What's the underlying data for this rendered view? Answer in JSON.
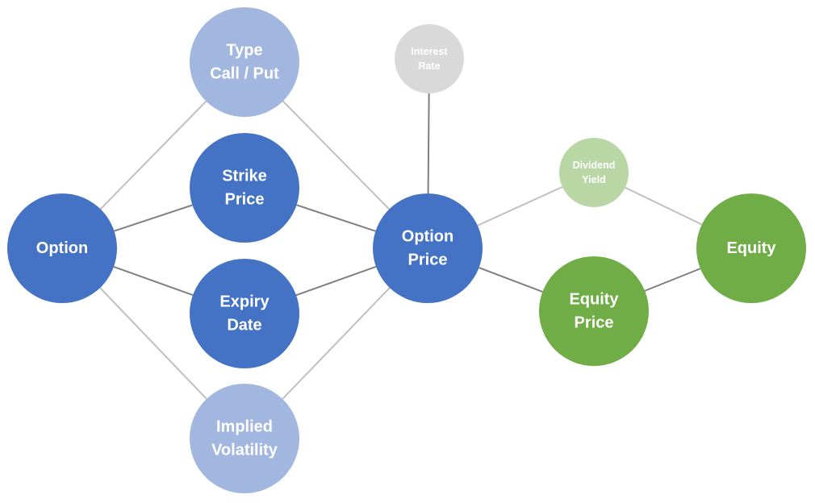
{
  "colors": {
    "primary_blue": "#4472C4",
    "light_blue": "#A2B7E0",
    "green": "#70AD47",
    "light_green": "#B8D7A4",
    "gray": "#D9D9D9",
    "edge_dark": "#7F7F7F",
    "edge_light": "#C0C0C0",
    "label": "#FFFFFF"
  },
  "nodes": {
    "option": {
      "lines": [
        "Option"
      ],
      "color": "primary_blue"
    },
    "type": {
      "lines": [
        "Type",
        "Call / Put"
      ],
      "color": "light_blue"
    },
    "strike_price": {
      "lines": [
        "Strike",
        "Price"
      ],
      "color": "primary_blue"
    },
    "expiry_date": {
      "lines": [
        "Expiry",
        "Date"
      ],
      "color": "primary_blue"
    },
    "implied_volatility": {
      "lines": [
        "Implied",
        "Volatility"
      ],
      "color": "light_blue"
    },
    "interest_rate": {
      "lines": [
        "Interest",
        "Rate"
      ],
      "color": "gray"
    },
    "option_price": {
      "lines": [
        "Option",
        "Price"
      ],
      "color": "primary_blue"
    },
    "dividend_yield": {
      "lines": [
        "Dividend",
        "Yield"
      ],
      "color": "light_green"
    },
    "equity_price": {
      "lines": [
        "Equity",
        "Price"
      ],
      "color": "green"
    },
    "equity": {
      "lines": [
        "Equity"
      ],
      "color": "green"
    }
  },
  "edges": [
    {
      "from": "option",
      "to": "type",
      "style": "light"
    },
    {
      "from": "option",
      "to": "strike_price",
      "style": "dark"
    },
    {
      "from": "option",
      "to": "expiry_date",
      "style": "dark"
    },
    {
      "from": "option",
      "to": "implied_volatility",
      "style": "light"
    },
    {
      "from": "type",
      "to": "option_price",
      "style": "light"
    },
    {
      "from": "strike_price",
      "to": "option_price",
      "style": "dark"
    },
    {
      "from": "expiry_date",
      "to": "option_price",
      "style": "dark"
    },
    {
      "from": "implied_volatility",
      "to": "option_price",
      "style": "light"
    },
    {
      "from": "interest_rate",
      "to": "option_price",
      "style": "dark"
    },
    {
      "from": "option_price",
      "to": "dividend_yield",
      "style": "light"
    },
    {
      "from": "option_price",
      "to": "equity_price",
      "style": "dark"
    },
    {
      "from": "dividend_yield",
      "to": "equity",
      "style": "light"
    },
    {
      "from": "equity_price",
      "to": "equity",
      "style": "dark"
    }
  ]
}
